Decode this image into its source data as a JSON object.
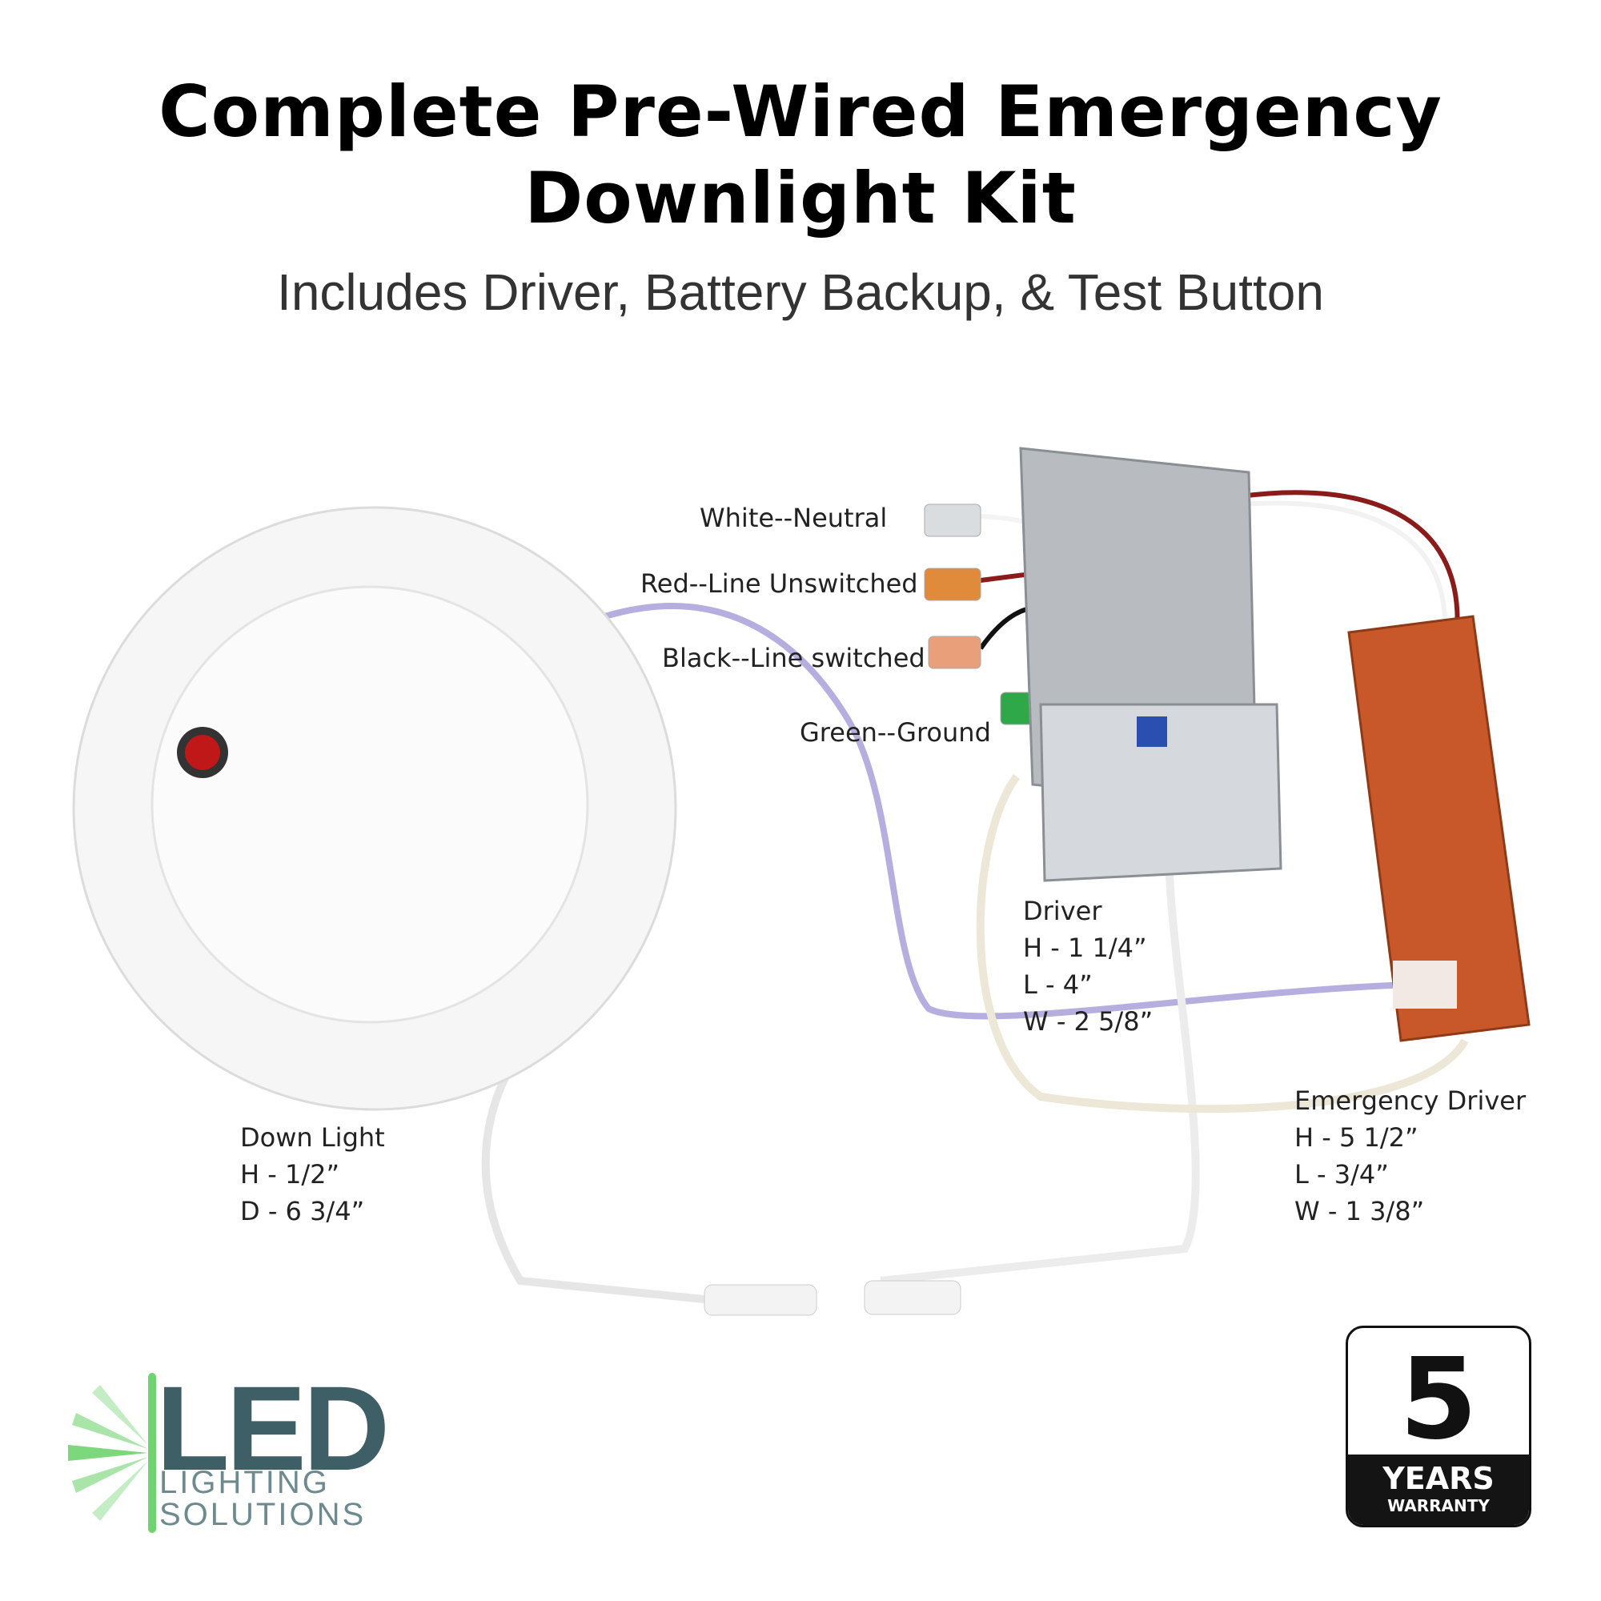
{
  "header": {
    "title_line1": "Complete Pre-Wired Emergency",
    "title_line2": "Downlight Kit",
    "subtitle": "Includes Driver, Battery Backup, & Test Button"
  },
  "wires": {
    "white": "White--Neutral",
    "red": "Red--Line Unswitched",
    "black": "Black--Line switched",
    "green": "Green--Ground"
  },
  "driver": {
    "name": "Driver",
    "h": "H - 1 1/4”",
    "l": "L  - 4”",
    "w": "W - 2 5/8”"
  },
  "downlight": {
    "name": "Down Light",
    "h": "H - 1/2”",
    "d": "D - 6 3/4”"
  },
  "emergency": {
    "name": "Emergency Driver",
    "h": "H - 5 1/2”",
    "l": "L  - 3/4”",
    "w": "W - 1 3/8”"
  },
  "logo": {
    "big": "LED",
    "line1": "LIGHTING",
    "line2": "SOLUTIONS"
  },
  "warranty": {
    "number": "5",
    "years": "YEARS",
    "label": "WARRANTY"
  },
  "colors": {
    "emergency_driver": "#c8582a",
    "logo_dark": "#3f5f66",
    "logo_green": "#6fd36f"
  }
}
